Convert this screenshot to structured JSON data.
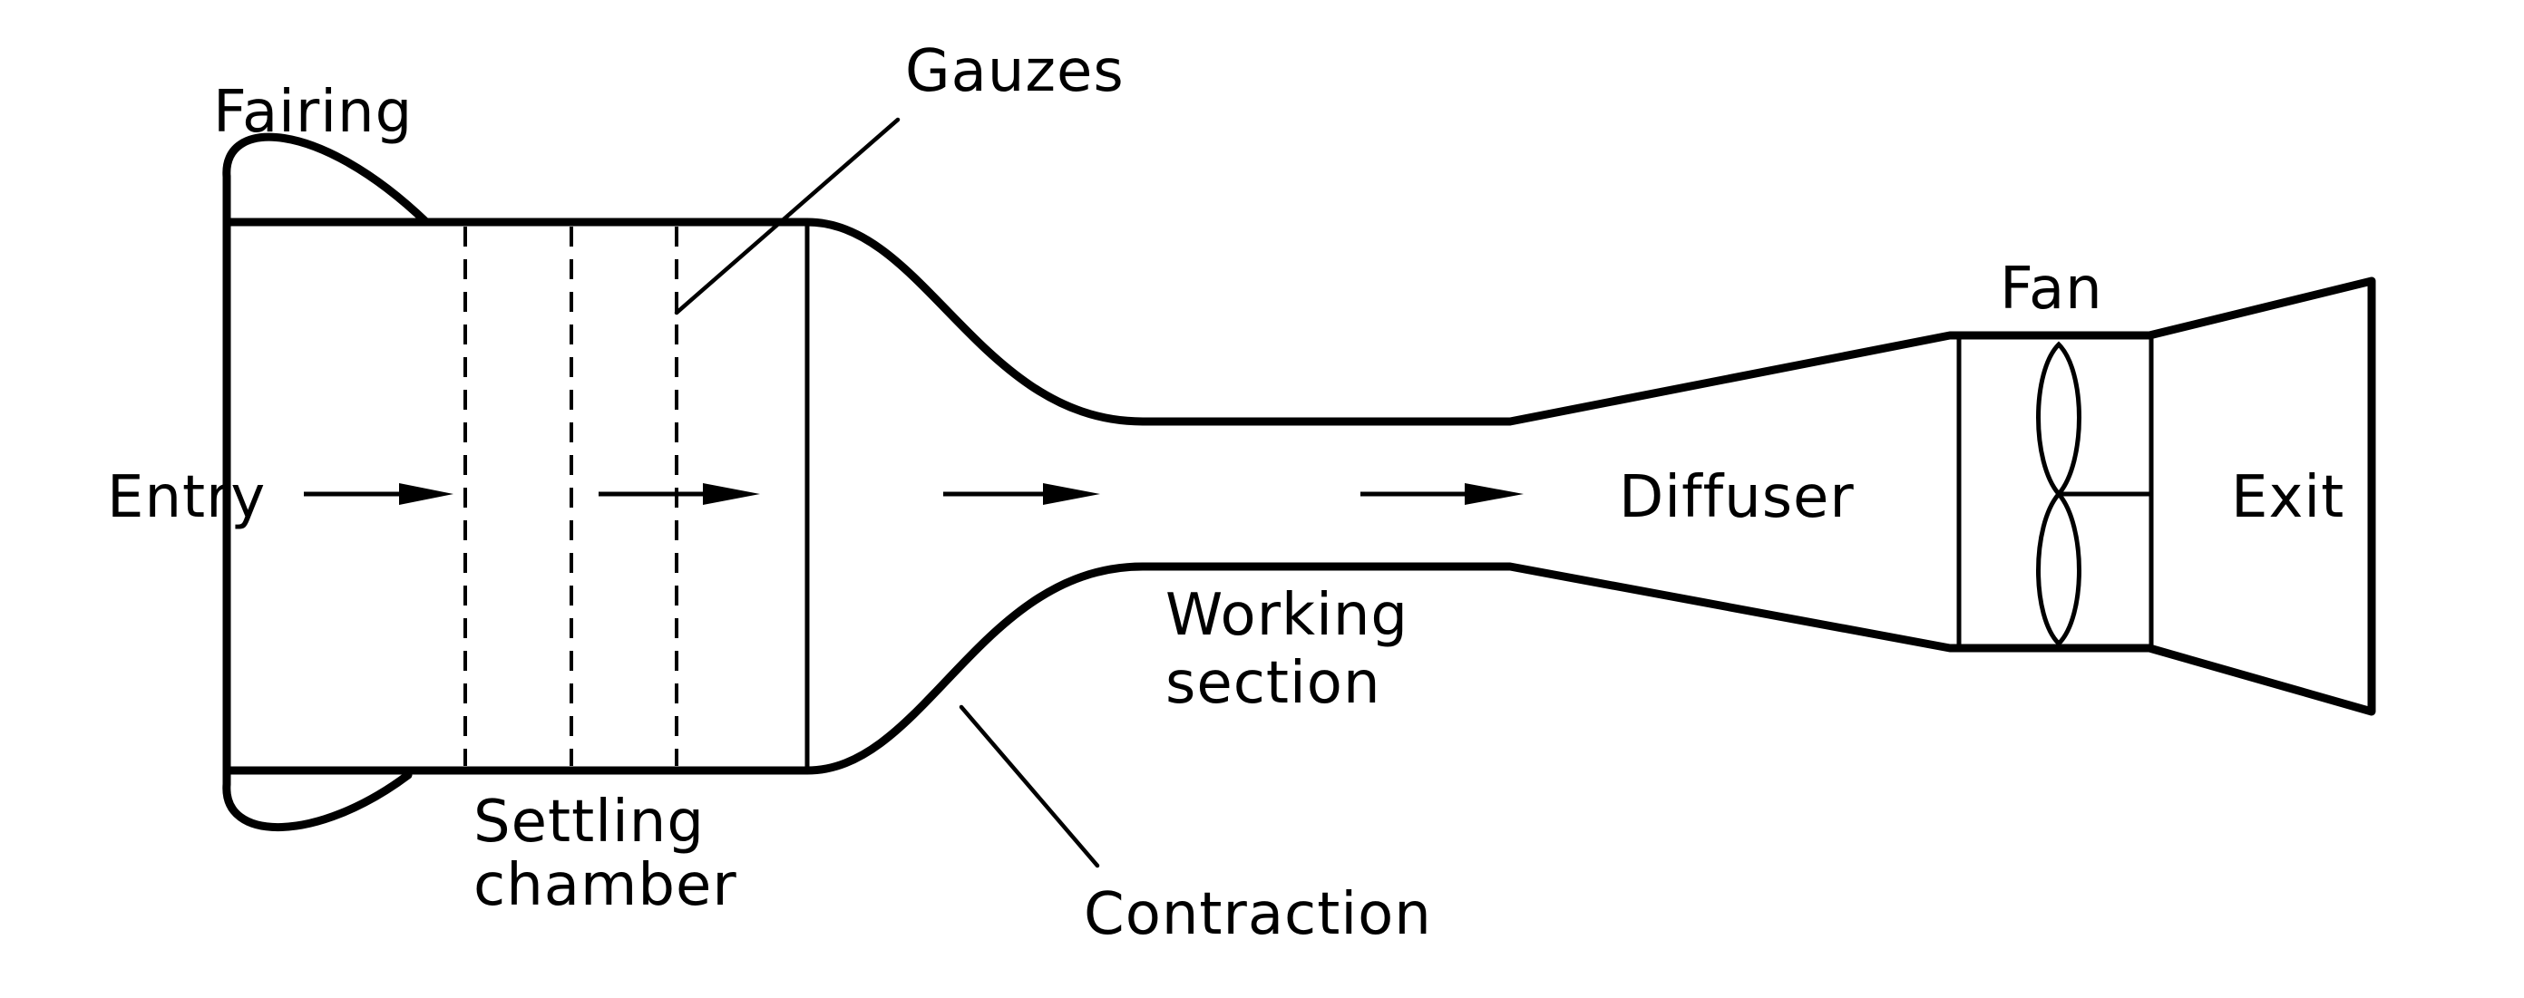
{
  "labels": {
    "fairing": "Fairing",
    "gauzes": "Gauzes",
    "entry": "Entry",
    "settling_line1": "Settling",
    "settling_line2": "chamber",
    "contraction": "Contraction",
    "working_line1": "Working",
    "working_line2": "section",
    "diffuser": "Diffuser",
    "fan": "Fan",
    "exit": "Exit"
  },
  "colors": {
    "ink": "#000000",
    "background": "#ffffff"
  }
}
